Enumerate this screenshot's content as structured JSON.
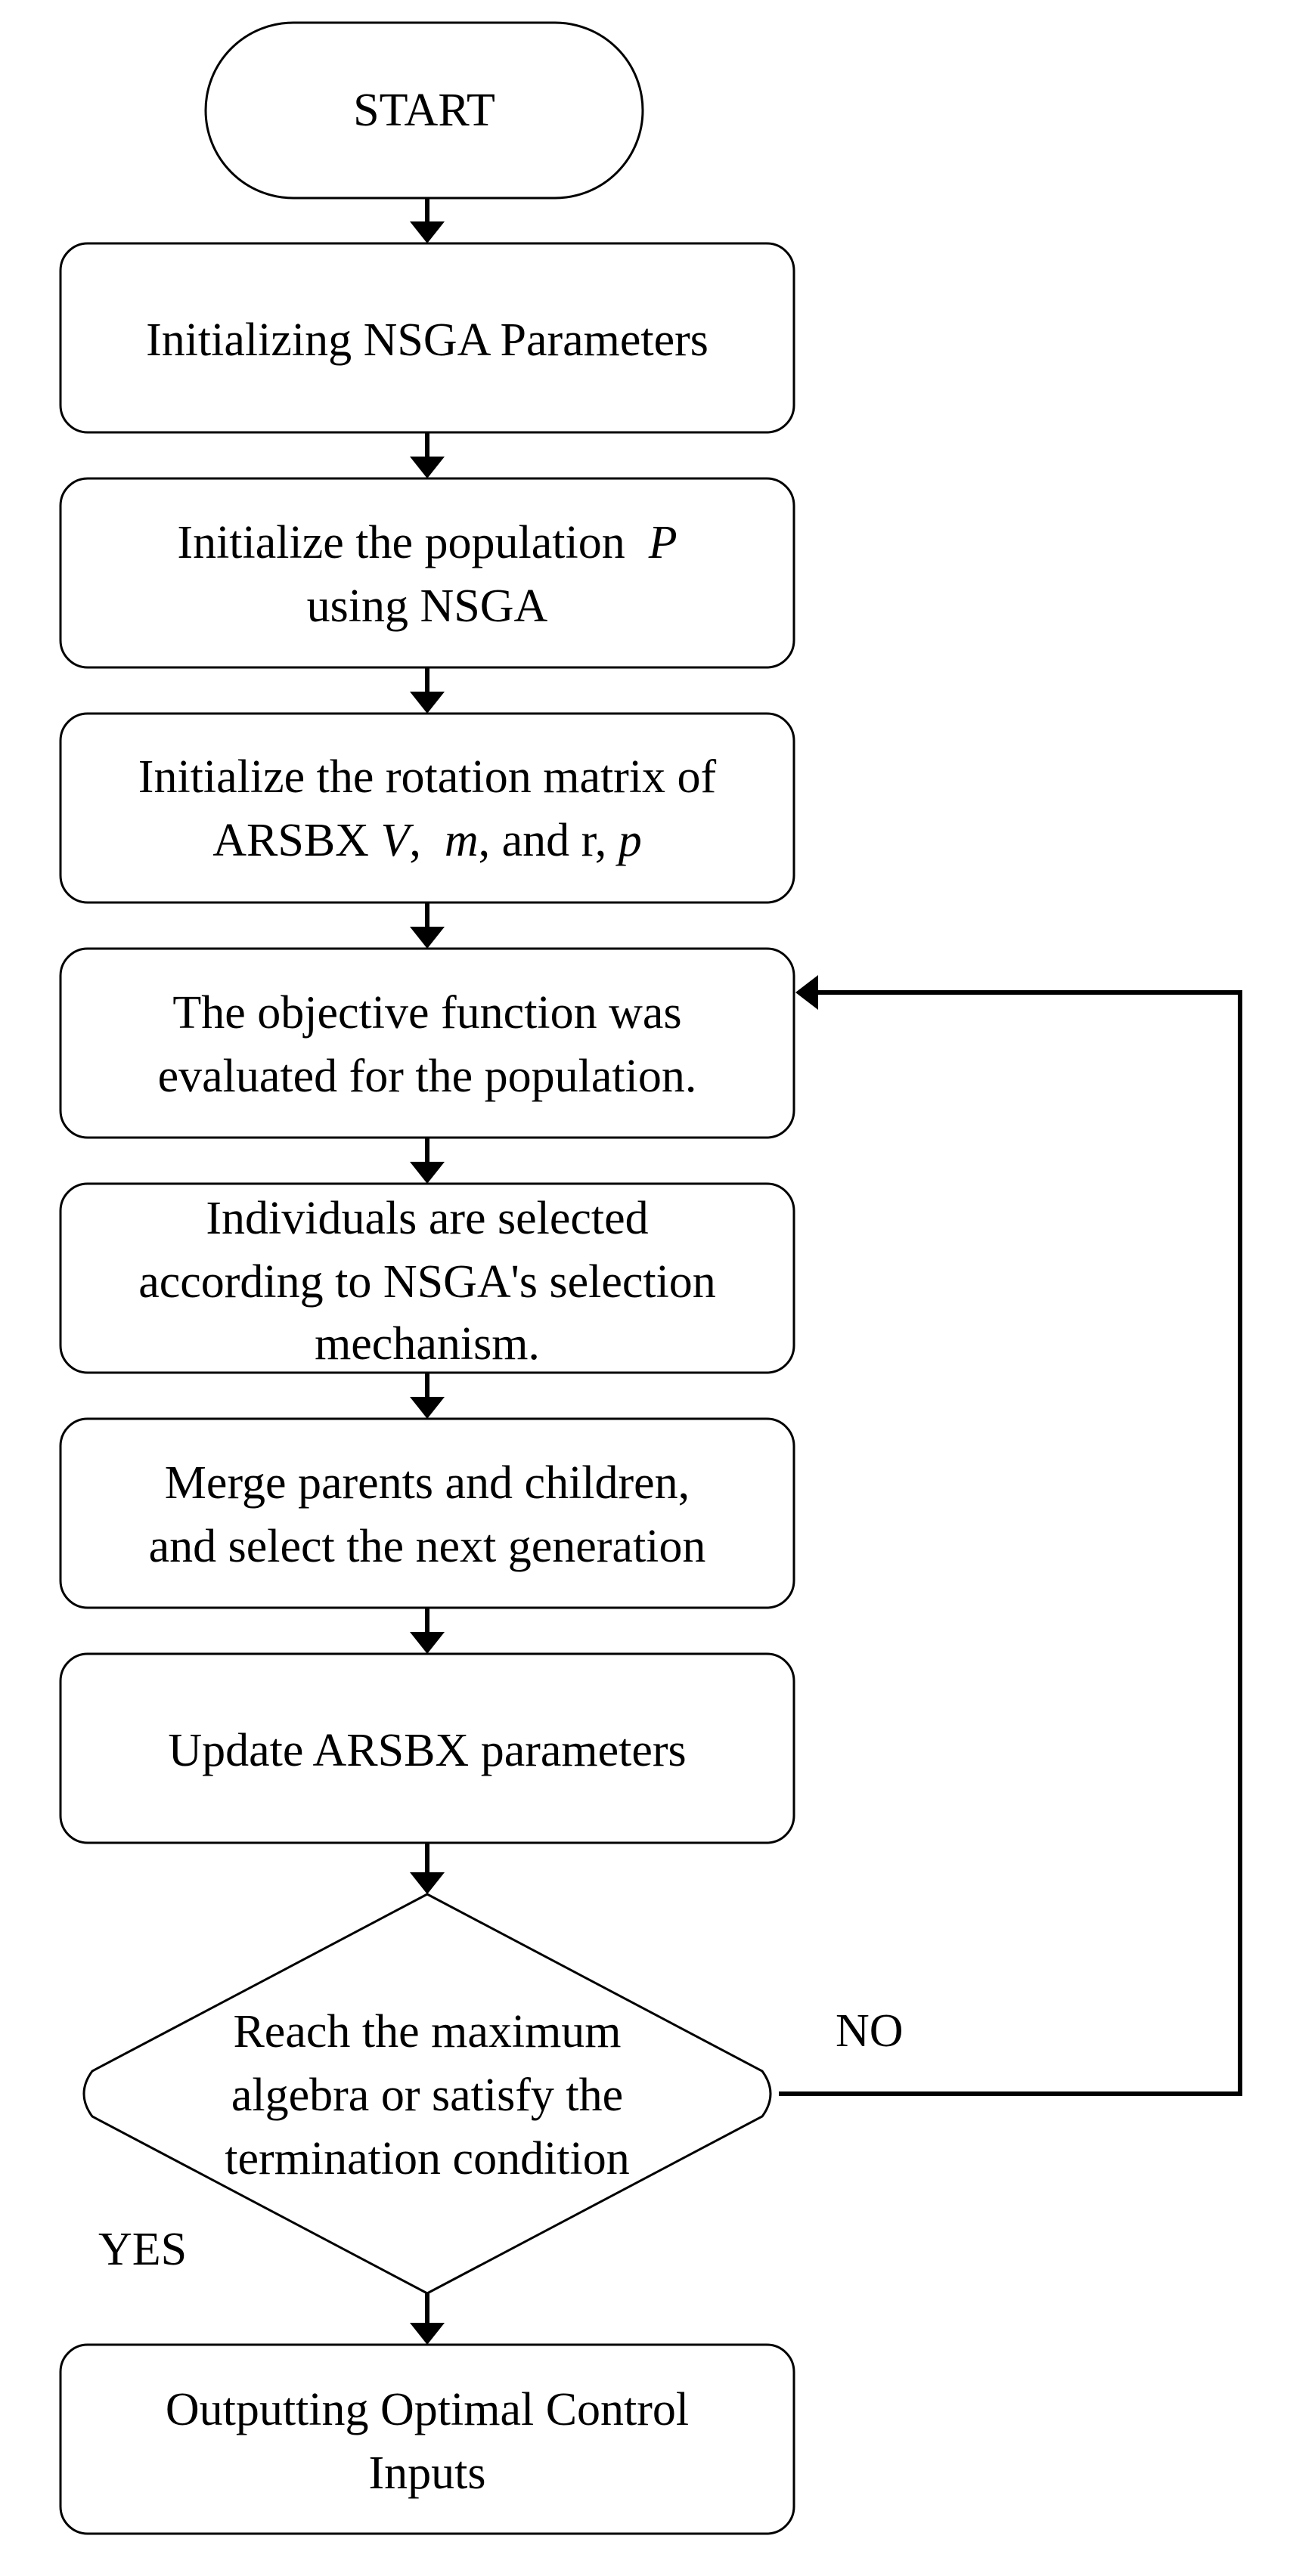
{
  "nodes": {
    "start": "START",
    "init_params": "Initializing NSGA Parameters",
    "init_pop_1": "Initialize the population",
    "init_pop_var": "P",
    "init_pop_2": "using NSGA",
    "init_rot_1": "Initialize the rotation matrix of",
    "init_rot_a": "ARSBX ",
    "init_rot_v": "V",
    "init_rot_b": ",  ",
    "init_rot_m": "m",
    "init_rot_c": ", and r, ",
    "init_rot_p": "p",
    "evaluate_1": "The objective function was",
    "evaluate_2": "evaluated for the population.",
    "select_1": "Individuals are selected",
    "select_2": "according to NSGA's selection",
    "select_3": "mechanism.",
    "merge_1": "Merge parents and children,",
    "merge_2": "and select the next generation",
    "update": "Update ARSBX parameters",
    "decision_1": "Reach the maximum",
    "decision_2": "algebra or satisfy the",
    "decision_3": "termination condition",
    "output_1": "Outputting Optimal Control",
    "output_2": "Inputs"
  },
  "edges": {
    "no_label": "NO",
    "yes_label": "YES"
  }
}
